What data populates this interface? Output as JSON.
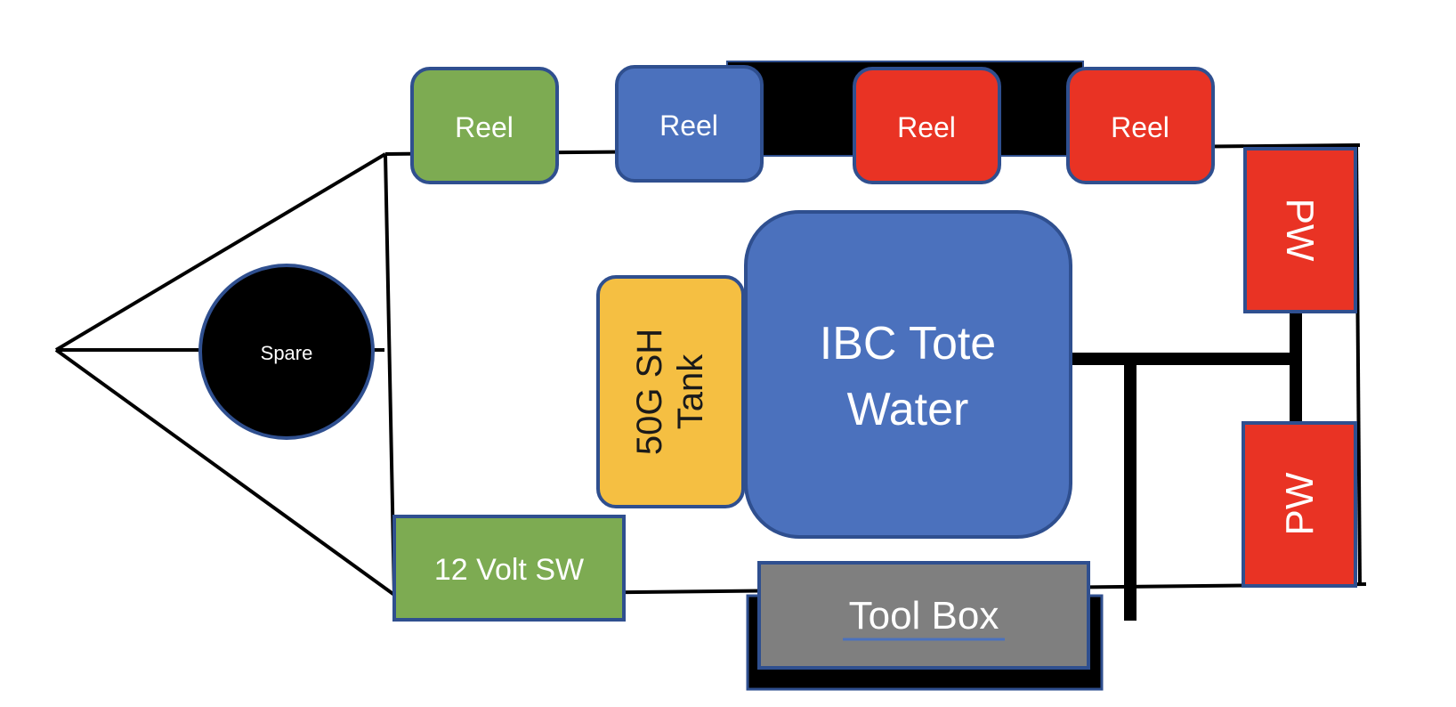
{
  "reels": [
    "Reel",
    "Reel",
    "Reel",
    "Reel"
  ],
  "spare": "Spare",
  "tank": [
    "50G SH",
    "Tank"
  ],
  "tote": [
    "IBC Tote",
    "Water"
  ],
  "pw_top": "PW",
  "pw_bottom": "PW",
  "switch": "12 Volt SW",
  "toolbox": "Tool Box",
  "colors": {
    "green": "#7dab52",
    "blue": "#4b71bd",
    "red": "#e93324",
    "yellow": "#f5bf42",
    "gray": "#7f7f7f",
    "outline": "#2f4f8f",
    "black": "#000000"
  }
}
